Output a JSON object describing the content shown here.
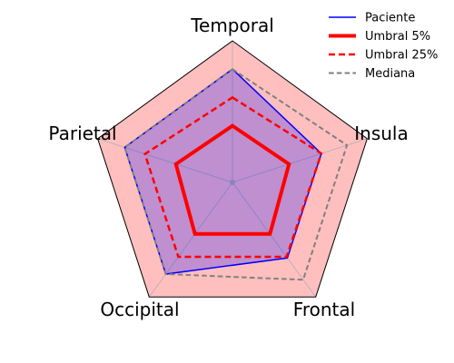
{
  "chart_data": {
    "type": "radar",
    "title": "",
    "axes": [
      "Temporal",
      "Insula",
      "Frontal",
      "Occipital",
      "Parietal"
    ],
    "r_max": 1.0,
    "grid": true,
    "legend_position": "top-right",
    "series": [
      {
        "name": "Paciente",
        "values": [
          0.8,
          0.66,
          0.66,
          0.8,
          0.8
        ],
        "style": "solid",
        "line_color": "#0000ff",
        "fill_color": "#0000ff",
        "fill_opacity": 0.25,
        "line_width": 1.5
      },
      {
        "name": "Umbral 5%",
        "values": [
          0.4,
          0.42,
          0.45,
          0.45,
          0.42
        ],
        "style": "solid",
        "line_color": "#ff0000",
        "line_width": 4
      },
      {
        "name": "Umbral 25%",
        "values": [
          0.6,
          0.66,
          0.65,
          0.65,
          0.65
        ],
        "style": "dashed",
        "line_color": "#ff0000",
        "line_width": 2.5
      },
      {
        "name": "Mediana",
        "values": [
          0.8,
          0.85,
          0.85,
          0.8,
          0.8
        ],
        "style": "dashed",
        "line_color": "#808080",
        "line_width": 2
      }
    ],
    "band": {
      "values": [
        1.0,
        1.0,
        1.0,
        1.0,
        1.0
      ],
      "fill_color": "#ff0000",
      "fill_opacity": 0.25
    }
  }
}
